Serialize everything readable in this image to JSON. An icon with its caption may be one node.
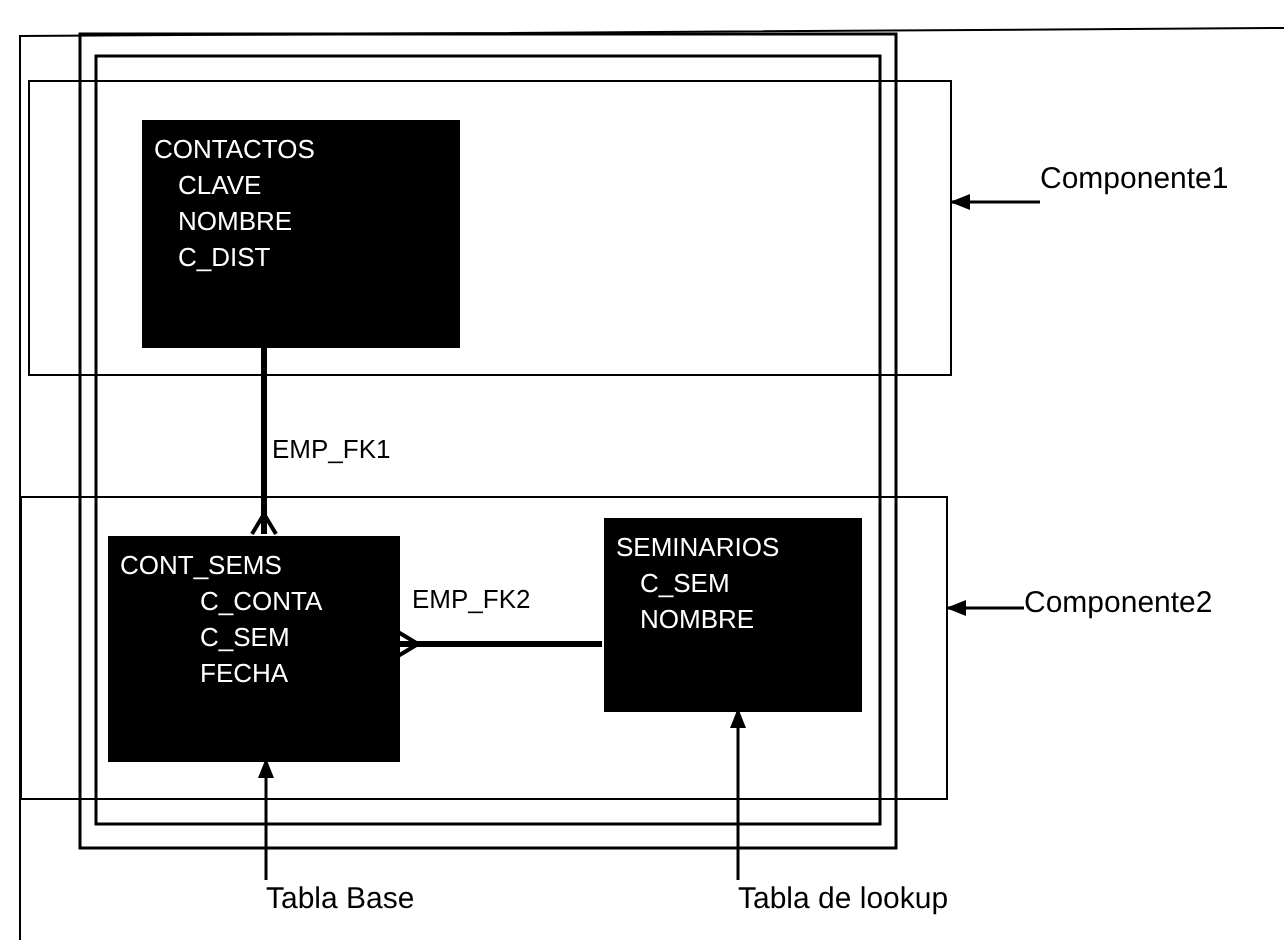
{
  "diagram": {
    "nodes": [
      {
        "text": [],
        "shape": "box"
      },
      {
        "text": [
          "CONTACTOS",
          "CLAVE",
          "NOMBRE",
          "C_DIST"
        ],
        "in": 0
      },
      {
        "text": [],
        "shape": "box"
      },
      {
        "text": [
          "CONT_SEMS",
          "C_CONTA",
          "C_SEM",
          "FECHA"
        ],
        "in": 2
      },
      {
        "text": [
          "SEMINARIOS",
          "C_SEM",
          "NOMBRE"
        ],
        "in": 2
      },
      {
        "text": [
          "Componente1"
        ]
      },
      {
        "text": [
          "Componente2"
        ]
      },
      {
        "text": [
          "Tabla Base"
        ]
      },
      {
        "text": [
          "Tabla de lookup"
        ]
      }
    ],
    "edges": [
      {
        "from": 1,
        "to": 3,
        "arrow": "other",
        "label": "EMP_FK1",
        "style": "thick"
      },
      {
        "from": 4,
        "to": 3,
        "arrow": "other",
        "label": "EMP_FK2",
        "style": "thick"
      },
      {
        "from": 5,
        "to": 0,
        "arrow": "to"
      },
      {
        "from": 6,
        "to": 2,
        "arrow": "to"
      },
      {
        "from": 7,
        "to": 3,
        "arrow": "to"
      },
      {
        "from": 8,
        "to": 4,
        "arrow": "to"
      }
    ]
  }
}
